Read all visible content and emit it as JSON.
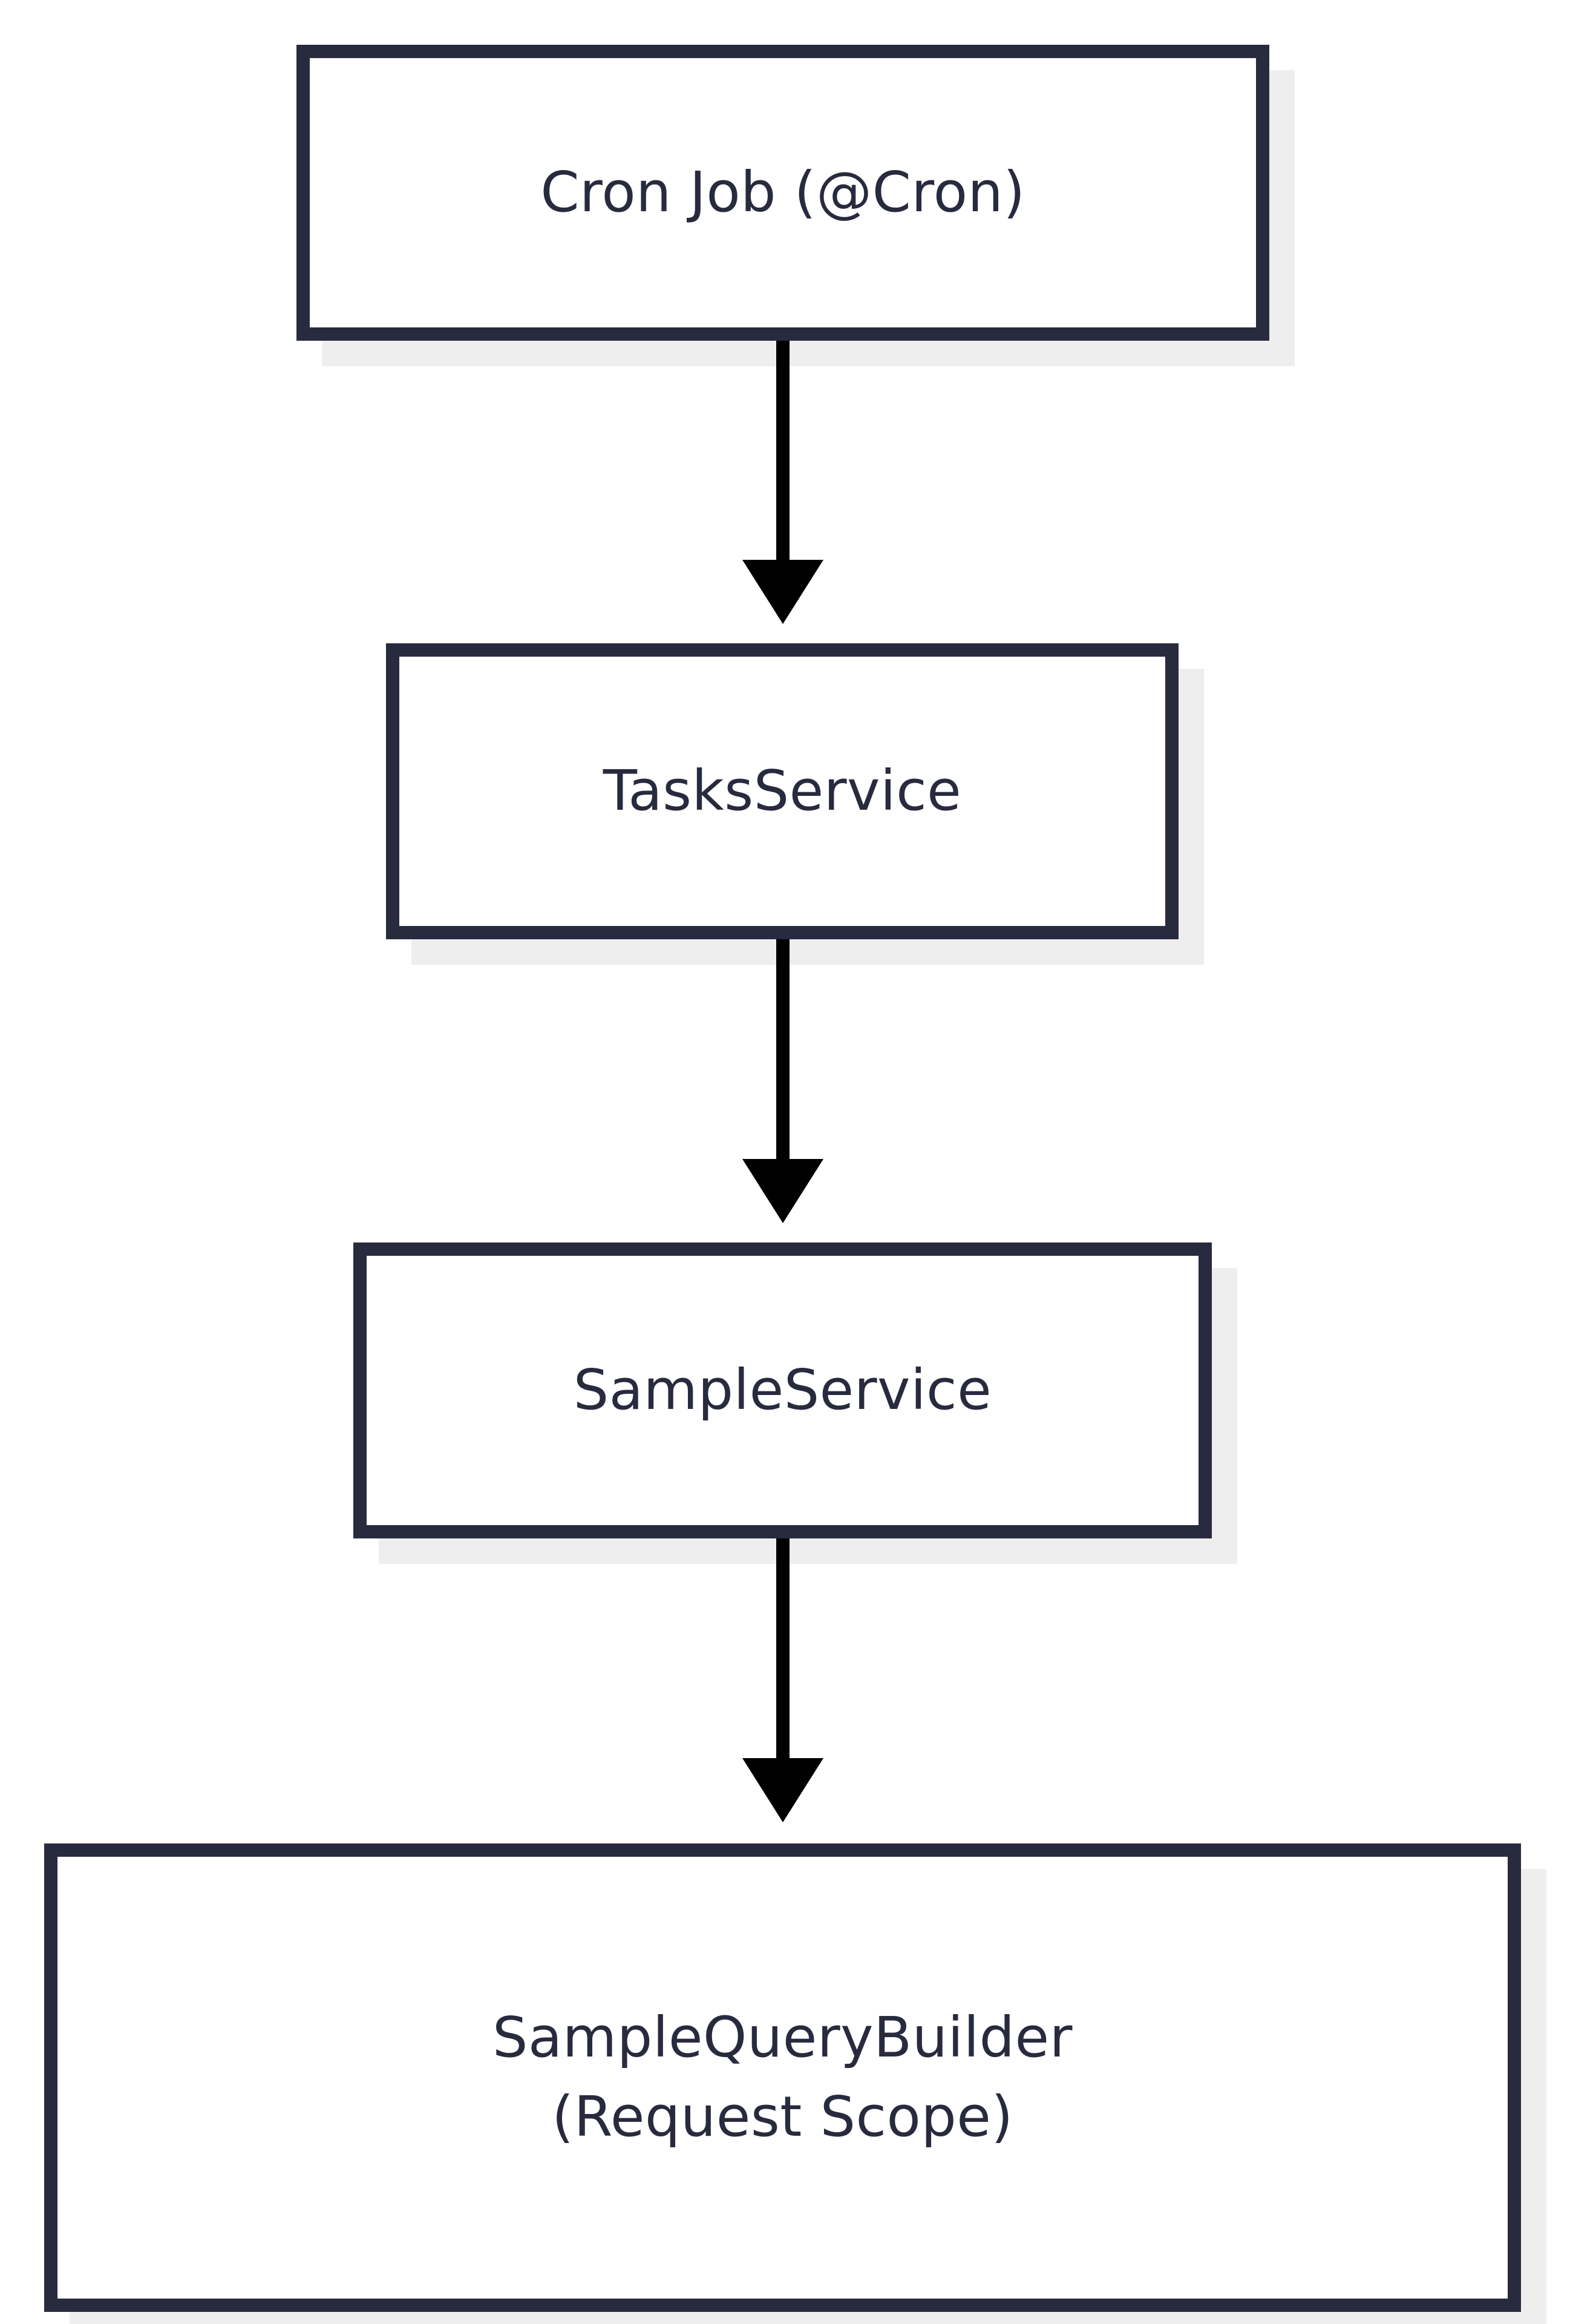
{
  "diagram": {
    "type": "flowchart",
    "direction": "top-to-bottom",
    "theme": {
      "node_border_color": "#282a3e",
      "node_fill_color": "#ffffff",
      "node_text_color": "#282a3e",
      "node_shadow_color": "#eeeeee",
      "edge_color": "#000000",
      "background_color": "#ffffff"
    },
    "nodes": [
      {
        "id": "cron",
        "label": "Cron Job (@Cron)"
      },
      {
        "id": "tasks",
        "label": "TasksService"
      },
      {
        "id": "sample",
        "label": "SampleService"
      },
      {
        "id": "qb",
        "label_line_1": "SampleQueryBuilder",
        "label_line_2": "(Request Scope)"
      }
    ],
    "edges": [
      {
        "id": "edge-1",
        "from": "cron",
        "to": "tasks",
        "label": "",
        "arrow": "down-arrow-icon"
      },
      {
        "id": "edge-2",
        "from": "tasks",
        "to": "sample",
        "label": "",
        "arrow": "down-arrow-icon"
      },
      {
        "id": "edge-3",
        "from": "sample",
        "to": "qb",
        "label": "",
        "arrow": "down-arrow-icon"
      }
    ]
  }
}
